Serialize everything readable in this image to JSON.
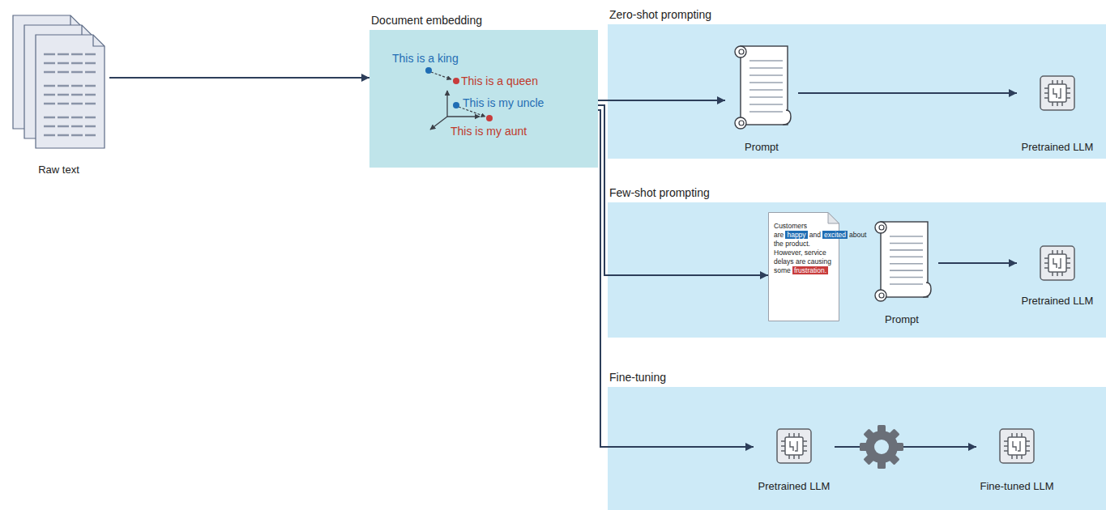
{
  "diagram": {
    "nodes": [
      {
        "text": [
          "Raw text"
        ]
      },
      {
        "text": [
          "Document embedding"
        ]
      },
      {
        "text": [
          "Zero-shot prompting"
        ]
      },
      {
        "text": [
          "Prompt"
        ],
        "in": 2
      },
      {
        "text": [
          "Pretrained LLM"
        ],
        "in": 2
      },
      {
        "text": [
          "Few-shot prompting"
        ]
      },
      {
        "text": [
          "Customers are",
          "happy",
          "and",
          "excited",
          "about the product. However, service delays are causing some",
          "frustration."
        ],
        "in": 5
      },
      {
        "text": [
          "Prompt"
        ],
        "in": 5
      },
      {
        "text": [
          "Pretrained LLM"
        ],
        "in": 5
      },
      {
        "text": [
          "Fine-tuning"
        ]
      },
      {
        "text": [
          "Pretrained LLM"
        ],
        "in": 9
      },
      {
        "text": [
          "Fine-tuned LLM"
        ],
        "in": 9
      }
    ],
    "edges": [
      {
        "from": 0,
        "to": 1,
        "arrow": "to"
      },
      {
        "from": 1,
        "to": 3,
        "arrow": "to"
      },
      {
        "from": 3,
        "to": 4,
        "arrow": "to"
      },
      {
        "from": 1,
        "to": 6,
        "arrow": "to"
      },
      {
        "from": 7,
        "to": 8,
        "arrow": "to"
      },
      {
        "from": 1,
        "to": 10,
        "arrow": "to"
      },
      {
        "from": 10,
        "to": 11,
        "arrow": "to"
      }
    ],
    "labels": [
      "This is a king",
      "This is a queen",
      "This is my uncle",
      "This is my aunt"
    ]
  }
}
